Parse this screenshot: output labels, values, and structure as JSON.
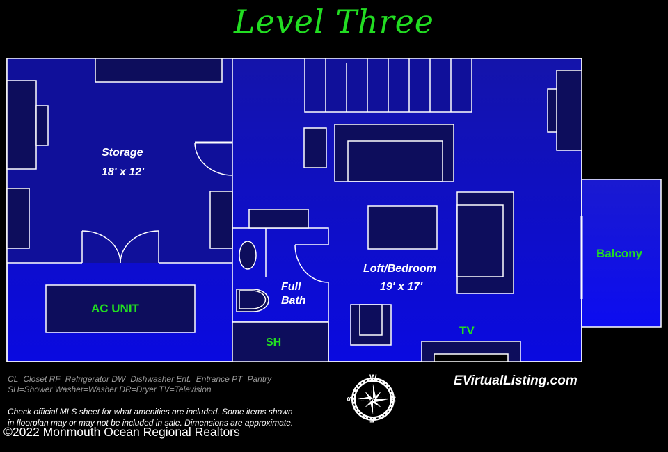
{
  "title": "Level Three",
  "rooms": {
    "storage": {
      "name": "Storage",
      "dims": "18' x 12'"
    },
    "loft": {
      "name": "Loft/Bedroom",
      "dims": "19' x 17'"
    },
    "bath": {
      "line1": "Full",
      "line2": "Bath"
    }
  },
  "labels": {
    "ac_unit": "AC UNIT",
    "shower": "SH",
    "tv": "TV",
    "balcony": "Balcony"
  },
  "legend": {
    "line1": "CL=Closet RF=Refrigerator  DW=Dishwasher  Ent.=Entrance  PT=Pantry",
    "line2": "SH=Shower Washer=Washer DR=Dryer TV=Television"
  },
  "disclaimer": {
    "line1": "Check official MLS sheet for what amenities are included. Some items shown",
    "line2": "in floorplan may or may not be included in sale. Dimensions are approximate."
  },
  "brand": "EVirtualListing.com",
  "copyright": "©2022 Monmouth Ocean Regional Realtors",
  "compass": {
    "n": "N",
    "s": "S",
    "e": "E",
    "w": "W"
  },
  "colors": {
    "label_green": "#22dd22",
    "furniture_fill": "#0d0d5c",
    "wall": "#ffffff",
    "background": "#000000"
  }
}
